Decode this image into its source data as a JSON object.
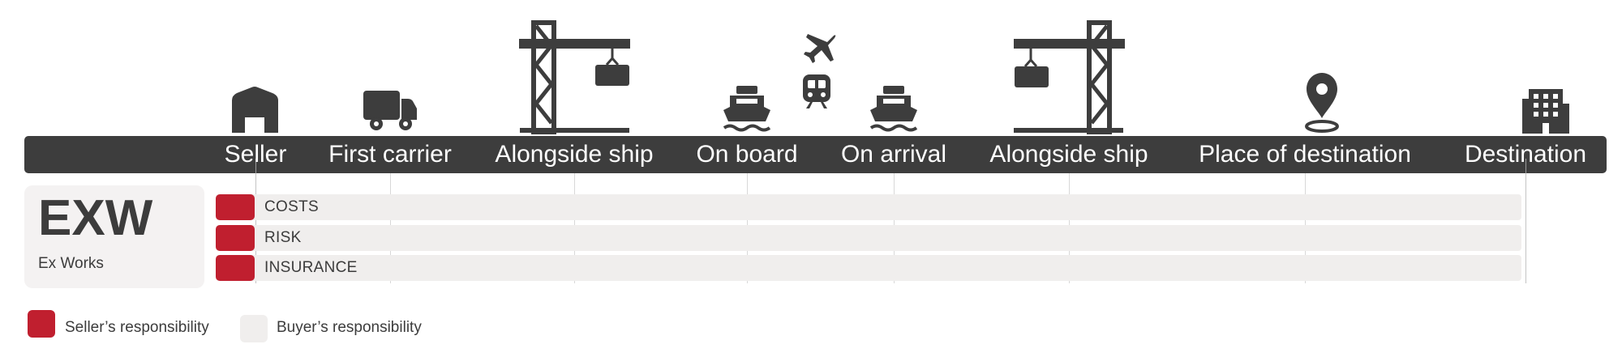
{
  "colors": {
    "seller": "#c01f2f",
    "buyer": "#f0eeed",
    "bar": "#3d3d3d",
    "icon": "#3d3d3d"
  },
  "stages": [
    {
      "label": "Seller",
      "icon": "warehouse-icon"
    },
    {
      "label": "First carrier",
      "icon": "truck-icon"
    },
    {
      "label": "Alongside ship",
      "icon": "crane-icon"
    },
    {
      "label": "On board",
      "icon": "ship-icon"
    },
    {
      "label": "On arrival",
      "icon": "ship-icon"
    },
    {
      "label": "Alongside ship",
      "icon": "crane-icon"
    },
    {
      "label": "Place of destination",
      "icon": "map-pin-icon"
    },
    {
      "label": "Destination",
      "icon": "building-icon"
    }
  ],
  "transit_icons": [
    "plane-icon",
    "train-icon"
  ],
  "term": {
    "code": "EXW",
    "name": "Ex Works"
  },
  "rows": [
    {
      "label": "COSTS",
      "seller_share": "Seller"
    },
    {
      "label": "RISK",
      "seller_share": "Seller"
    },
    {
      "label": "INSURANCE",
      "seller_share": "Seller"
    }
  ],
  "legend": {
    "seller": "Seller’s responsibility",
    "buyer": "Buyer’s responsibility"
  }
}
